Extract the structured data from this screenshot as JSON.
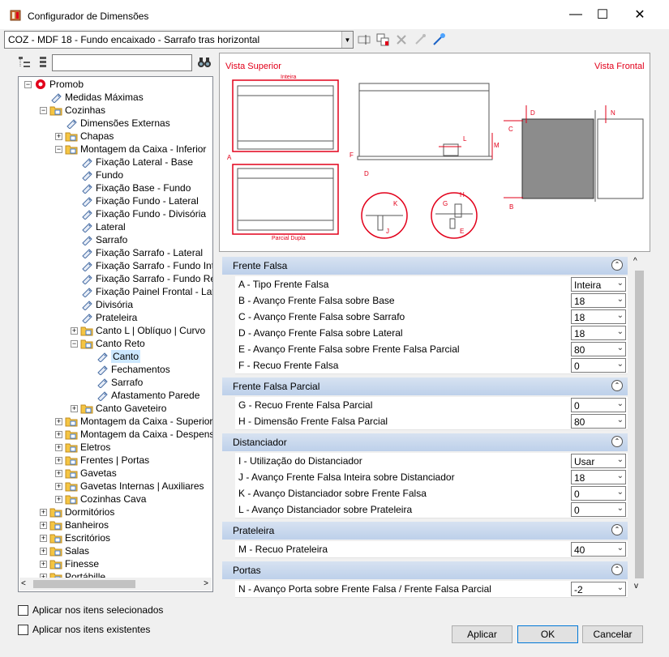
{
  "window": {
    "title": "Configurador de Dimensões",
    "minimize": "—",
    "maximize": "☐",
    "close": "✕"
  },
  "toolbar": {
    "combo_value": "COZ - MDF 18 - Fundo encaixado - Sarrafo tras horizontal"
  },
  "search": {
    "value": ""
  },
  "tree": [
    {
      "label": "Promob",
      "level": 0,
      "exp": "-",
      "icon": "root"
    },
    {
      "label": "Medidas Máximas",
      "level": 1,
      "exp": "",
      "icon": "tag"
    },
    {
      "label": "Cozinhas",
      "level": 1,
      "exp": "-",
      "icon": "folder"
    },
    {
      "label": "Dimensões Externas",
      "level": 2,
      "exp": "",
      "icon": "tag"
    },
    {
      "label": "Chapas",
      "level": 2,
      "exp": "+",
      "icon": "folder"
    },
    {
      "label": "Montagem da Caixa - Inferior",
      "level": 2,
      "exp": "-",
      "icon": "folder"
    },
    {
      "label": "Fixação Lateral - Base",
      "level": 3,
      "exp": "",
      "icon": "tag"
    },
    {
      "label": "Fundo",
      "level": 3,
      "exp": "",
      "icon": "tag"
    },
    {
      "label": "Fixação Base - Fundo",
      "level": 3,
      "exp": "",
      "icon": "tag"
    },
    {
      "label": "Fixação Fundo - Lateral",
      "level": 3,
      "exp": "",
      "icon": "tag"
    },
    {
      "label": "Fixação Fundo - Divisória",
      "level": 3,
      "exp": "",
      "icon": "tag"
    },
    {
      "label": "Lateral",
      "level": 3,
      "exp": "",
      "icon": "tag"
    },
    {
      "label": "Sarrafo",
      "level": 3,
      "exp": "",
      "icon": "tag"
    },
    {
      "label": "Fixação Sarrafo - Lateral",
      "level": 3,
      "exp": "",
      "icon": "tag"
    },
    {
      "label": "Fixação Sarrafo - Fundo Inteir",
      "level": 3,
      "exp": "",
      "icon": "tag"
    },
    {
      "label": "Fixação Sarrafo - Fundo Reba",
      "level": 3,
      "exp": "",
      "icon": "tag"
    },
    {
      "label": "Fixação Painel Frontal - Later",
      "level": 3,
      "exp": "",
      "icon": "tag"
    },
    {
      "label": "Divisória",
      "level": 3,
      "exp": "",
      "icon": "tag"
    },
    {
      "label": "Prateleira",
      "level": 3,
      "exp": "",
      "icon": "tag"
    },
    {
      "label": "Canto L | Oblíquo | Curvo",
      "level": 3,
      "exp": "+",
      "icon": "folder"
    },
    {
      "label": "Canto Reto",
      "level": 3,
      "exp": "-",
      "icon": "folder"
    },
    {
      "label": "Canto",
      "level": 4,
      "exp": "",
      "icon": "tag",
      "selected": true
    },
    {
      "label": "Fechamentos",
      "level": 4,
      "exp": "",
      "icon": "tag"
    },
    {
      "label": "Sarrafo",
      "level": 4,
      "exp": "",
      "icon": "tag"
    },
    {
      "label": "Afastamento Parede",
      "level": 4,
      "exp": "",
      "icon": "tag"
    },
    {
      "label": "Canto Gaveteiro",
      "level": 3,
      "exp": "+",
      "icon": "folder"
    },
    {
      "label": "Montagem da Caixa - Superior",
      "level": 2,
      "exp": "+",
      "icon": "folder"
    },
    {
      "label": "Montagem da Caixa - Despenseir",
      "level": 2,
      "exp": "+",
      "icon": "folder"
    },
    {
      "label": "Eletros",
      "level": 2,
      "exp": "+",
      "icon": "folder"
    },
    {
      "label": "Frentes | Portas",
      "level": 2,
      "exp": "+",
      "icon": "folder"
    },
    {
      "label": "Gavetas",
      "level": 2,
      "exp": "+",
      "icon": "folder"
    },
    {
      "label": "Gavetas Internas | Auxiliares",
      "level": 2,
      "exp": "+",
      "icon": "folder"
    },
    {
      "label": "Cozinhas Cava",
      "level": 2,
      "exp": "+",
      "icon": "folder"
    },
    {
      "label": "Dormitórios",
      "level": 1,
      "exp": "+",
      "icon": "folder"
    },
    {
      "label": "Banheiros",
      "level": 1,
      "exp": "+",
      "icon": "folder"
    },
    {
      "label": "Escritórios",
      "level": 1,
      "exp": "+",
      "icon": "folder"
    },
    {
      "label": "Salas",
      "level": 1,
      "exp": "+",
      "icon": "folder"
    },
    {
      "label": "Finesse",
      "level": 1,
      "exp": "+",
      "icon": "folder"
    },
    {
      "label": "Portábille",
      "level": 1,
      "exp": "+",
      "icon": "folder"
    }
  ],
  "preview": {
    "vista_superior": "Vista Superior",
    "vista_frontal": "Vista Frontal",
    "inteira": "Inteira",
    "parcial_dupla": "Parcial Dupla",
    "letters": {
      "A": "A",
      "B": "B",
      "C": "C",
      "D": "D",
      "E": "E",
      "F": "F",
      "G": "G",
      "H": "H",
      "J": "J",
      "K": "K",
      "L": "L",
      "M": "M",
      "N": "N"
    }
  },
  "sections": [
    {
      "title": "Frente Falsa",
      "rows": [
        {
          "name": "A - Tipo Frente Falsa",
          "value": "Inteira"
        },
        {
          "name": "B - Avanço Frente Falsa sobre Base",
          "value": "18"
        },
        {
          "name": "C - Avanço Frente Falsa sobre Sarrafo",
          "value": "18"
        },
        {
          "name": "D - Avanço Frente Falsa sobre Lateral",
          "value": "18"
        },
        {
          "name": "E - Avanço Frente Falsa sobre Frente Falsa Parcial",
          "value": "80"
        },
        {
          "name": "F - Recuo Frente Falsa",
          "value": "0"
        }
      ]
    },
    {
      "title": "Frente Falsa Parcial",
      "rows": [
        {
          "name": "G - Recuo Frente Falsa Parcial",
          "value": "0"
        },
        {
          "name": "H - Dimensão Frente Falsa Parcial",
          "value": "80"
        }
      ]
    },
    {
      "title": "Distanciador",
      "rows": [
        {
          "name": "I - Utilização do Distanciador",
          "value": "Usar"
        },
        {
          "name": "J - Avanço Frente Falsa Inteira sobre Distanciador",
          "value": "18"
        },
        {
          "name": "K - Avanço Distanciador sobre Frente Falsa",
          "value": "0"
        },
        {
          "name": "L - Avanço Distanciador sobre Prateleira",
          "value": "0"
        }
      ]
    },
    {
      "title": "Prateleira",
      "rows": [
        {
          "name": "M - Recuo Prateleira",
          "value": "40"
        }
      ]
    },
    {
      "title": "Portas",
      "rows": [
        {
          "name": "N - Avanço Porta sobre Frente Falsa / Frente Falsa Parcial",
          "value": "-2"
        }
      ]
    }
  ],
  "options": {
    "apply_selected": "Aplicar nos itens selecionados",
    "apply_existing": "Aplicar nos itens existentes"
  },
  "buttons": {
    "apply": "Aplicar",
    "ok": "OK",
    "cancel": "Cancelar"
  },
  "colors": {
    "accent_red": "#e2001a",
    "section_header": "#c6d6ec",
    "selection": "#cce8ff"
  }
}
